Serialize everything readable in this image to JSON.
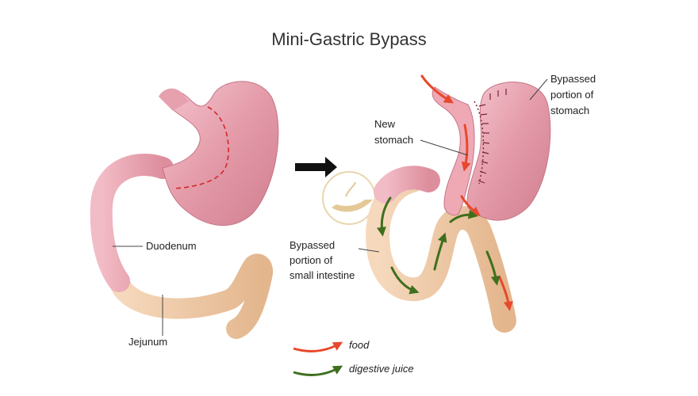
{
  "title": "Mini-Gastric Bypass",
  "labels": {
    "duodenum": "Duodenum",
    "jejunum": "Jejunum",
    "new_stomach_1": "New",
    "new_stomach_2": "stomach",
    "bypassed_stomach_1": "Bypassed",
    "bypassed_stomach_2": "portion of",
    "bypassed_stomach_3": "stomach",
    "bypassed_intestine_1": "Bypassed",
    "bypassed_intestine_2": "portion of",
    "bypassed_intestine_3": "small intestine"
  },
  "legend": {
    "food": "food",
    "digestive_juice": "digestive juice"
  },
  "colors": {
    "stomach": "#e8a4b0",
    "intestine": "#efc7a2",
    "food_arrow": "#e8482c",
    "juice_arrow": "#3f6f1e",
    "cut_line": "#d0282a",
    "transform_arrow": "#111111"
  },
  "icons": {
    "transform": "right-arrow-icon",
    "watermark": "lamp-logo-watermark"
  }
}
